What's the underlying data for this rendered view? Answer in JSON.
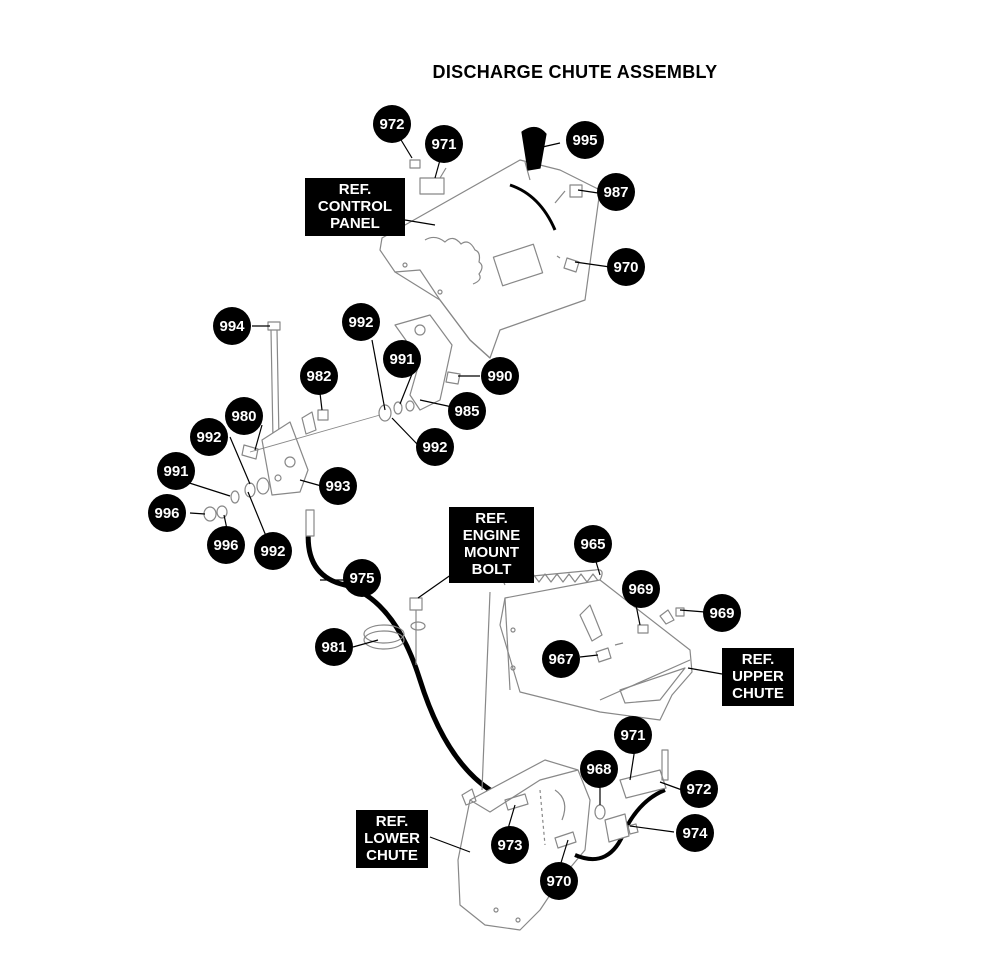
{
  "title": "DISCHARGE CHUTE ASSEMBLY",
  "references": {
    "control_panel": "REF.\nCONTROL\nPANEL",
    "engine_mount_bolt": "REF.\nENGINE\nMOUNT\nBOLT",
    "upper_chute": "REF.\nUPPER\nCHUTE",
    "lower_chute": "REF.\nLOWER\nCHUTE"
  },
  "callouts": {
    "c972_top": "972",
    "c971_top": "971",
    "c995": "995",
    "c987": "987",
    "c970_top": "970",
    "c994": "994",
    "c992_a": "992",
    "c991_a": "991",
    "c990": "990",
    "c982": "982",
    "c985": "985",
    "c980": "980",
    "c992_b": "992",
    "c992_c": "992",
    "c993": "993",
    "c991_b": "991",
    "c996_a": "996",
    "c996_b": "996",
    "c992_d": "992",
    "c975": "975",
    "c965": "965",
    "c969_a": "969",
    "c969_b": "969",
    "c981": "981",
    "c967": "967",
    "c971_bottom": "971",
    "c968": "968",
    "c972_bottom": "972",
    "c973": "973",
    "c974": "974",
    "c970_bottom": "970"
  },
  "colors": {
    "ink": "#000000",
    "paper": "#ffffff",
    "part_line": "#888888"
  }
}
